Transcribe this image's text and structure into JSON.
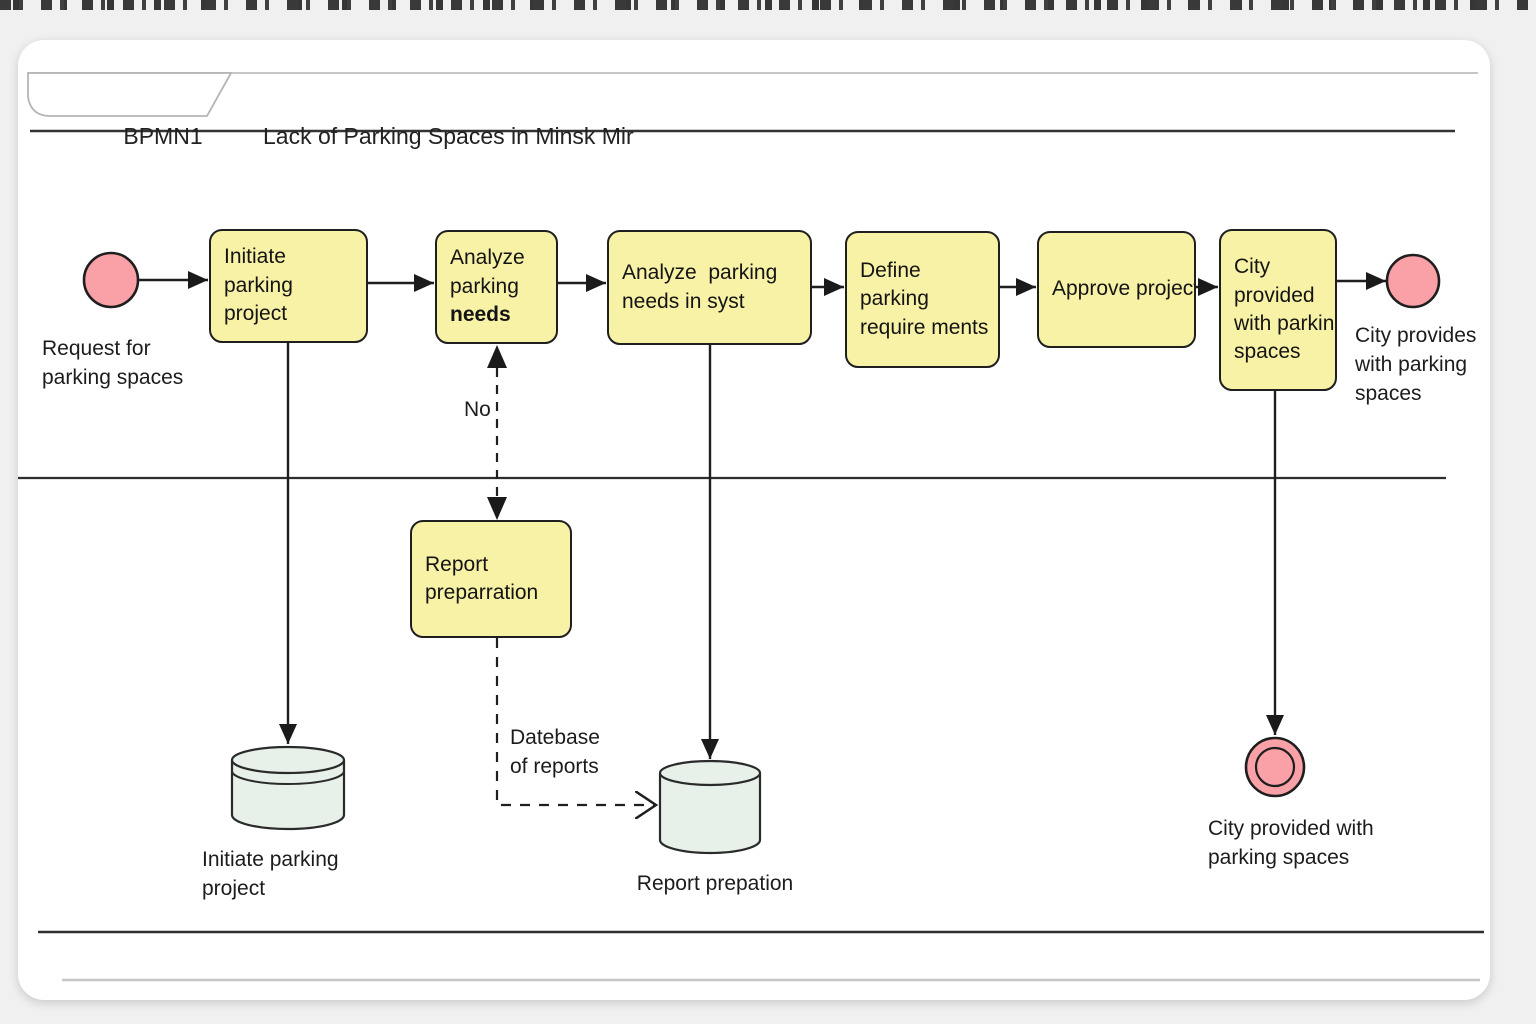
{
  "header": {
    "tab_label": "BPMN1",
    "title": "Lack of Parking Spaces in Minsk Mir"
  },
  "colors": {
    "task_fill": "#f8f2a6",
    "task_border": "#1f1f1f",
    "event_fill": "#f9a1a7",
    "datastore_fill": "#e7f0e9",
    "line": "#1f1f1f",
    "frame_light": "#c6c6c6"
  },
  "events": {
    "start": {
      "label": "Request for\nparking spaces"
    },
    "end_top": {
      "label": "City provides\nwith parking\nspaces"
    },
    "end_bottom": {
      "label": "City provided with\nparking spaces"
    }
  },
  "tasks": {
    "initiate": {
      "label": "Initiate parking\nproject"
    },
    "analyze_needs": {
      "label": "Analyze parking",
      "label_bold": "needs"
    },
    "analyze_syst": {
      "label": "Analyze  parking\nneeds in syst"
    },
    "define_req": {
      "label": "Define\nparking\nrequire ments"
    },
    "approve": {
      "label": "Approve project"
    },
    "city_provided": {
      "label": "City\nprovided\nwith parking\nspaces"
    },
    "report_prep": {
      "label": "Report\npreparration"
    }
  },
  "datastores": {
    "initiate": {
      "label": "Initiate parking\nproject"
    },
    "reports": {
      "label": "Report prepation"
    }
  },
  "connectors": {
    "no_label": "No",
    "database_label": "Datebase\nof reports"
  }
}
